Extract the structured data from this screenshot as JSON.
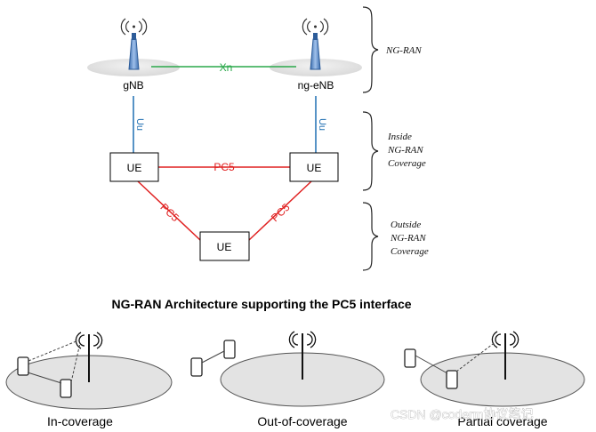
{
  "nodes": {
    "gnb": "gNB",
    "ngenb": "ng-eNB",
    "ue_left": "UE",
    "ue_right": "UE",
    "ue_bottom": "UE"
  },
  "interfaces": {
    "xn": "Xn",
    "uu_left": "Uu",
    "uu_right": "Uu",
    "pc5_top": "PC5",
    "pc5_left": "PC5",
    "pc5_right": "PC5"
  },
  "brackets": {
    "ngran": [
      "NG-RAN"
    ],
    "inside": [
      "Inside",
      "NG-RAN",
      "Coverage"
    ],
    "outside": [
      "Outside",
      "NG-RAN",
      "Coverage"
    ]
  },
  "caption": "NG-RAN Architecture supporting the PC5 interface",
  "scenarios": [
    "In-coverage",
    "Out-of-coverage",
    "Partial coverage"
  ],
  "watermark": "CSDN @coderm协议笔记",
  "colors": {
    "xn_line": "#2aa84a",
    "uu_line": "#1f6fb2",
    "pc5_line": "#e02020",
    "antenna": "#5a8fd0",
    "disc": "#e3e3e3"
  }
}
